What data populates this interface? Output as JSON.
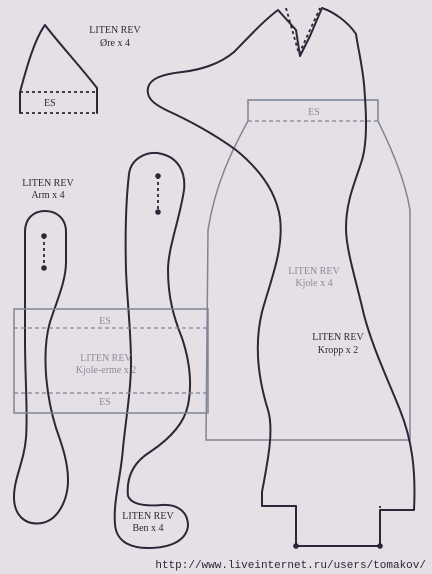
{
  "pieces": {
    "ear": {
      "title": "LITEN REV",
      "count": "Øre x 4",
      "seam": "ES"
    },
    "arm": {
      "title": "LITEN REV",
      "count": "Arm x 4"
    },
    "leg": {
      "title": "LITEN REV",
      "count": "Ben x 4"
    },
    "sleeve": {
      "title": "LITEN REV",
      "count": "Kjole-erme x 2",
      "seam_top": "ES",
      "seam_bottom": "ES"
    },
    "dress": {
      "title": "LITEN REV",
      "count": "Kjole x 4",
      "seam": "ES"
    },
    "body": {
      "title": "LITEN REV",
      "count": "Kropp x 2"
    }
  },
  "watermark": "http://www.liveinternet.ru/users/tomakov/",
  "colors": {
    "background": "#e4e0e6",
    "outline": "#2b2738",
    "grey_outline": "#7f8596"
  }
}
